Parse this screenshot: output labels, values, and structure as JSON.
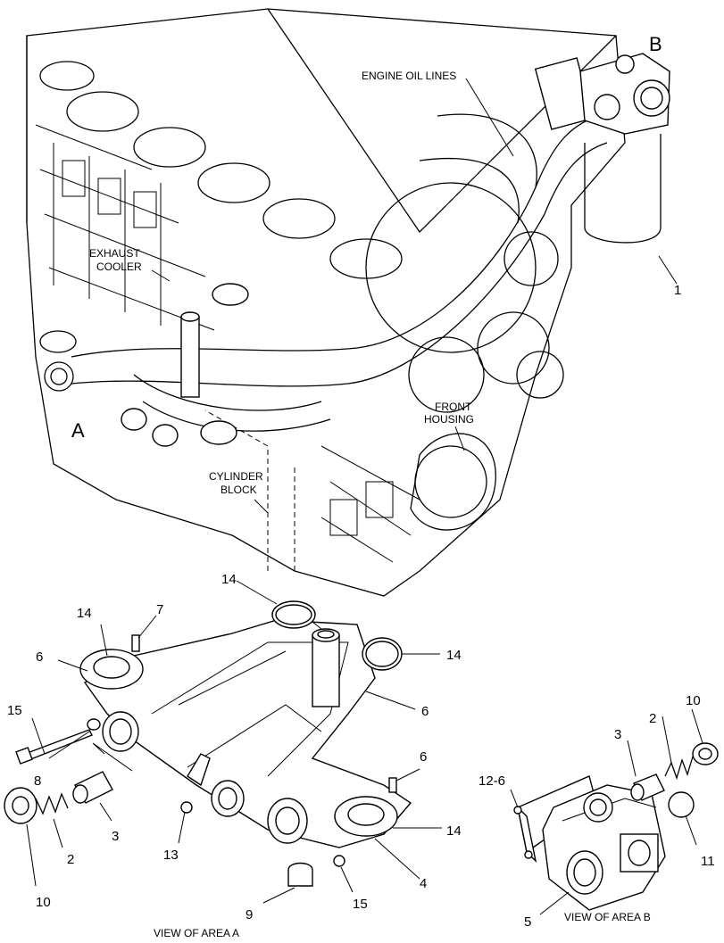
{
  "labels": {
    "engine_oil_lines": "ENGINE OIL LINES",
    "exhaust_cooler_1": "EXHAUST",
    "exhaust_cooler_2": "COOLER",
    "front_housing_1": "FRONT",
    "front_housing_2": "HOUSING",
    "cylinder_block_1": "CYLINDER",
    "cylinder_block_2": "BLOCK",
    "area_a": "A",
    "area_b": "B",
    "view_area_a": "VIEW OF AREA  A",
    "view_area_b": "VIEW OF AREA  B"
  },
  "callouts": {
    "c1": "1",
    "c2_left": "2",
    "c3_left": "3",
    "c4": "4",
    "c5": "5",
    "c6_top_left": "6",
    "c6_right": "6",
    "c6_bottom": "6",
    "c7": "7",
    "c8": "8",
    "c9": "9",
    "c10_left": "10",
    "c10_right": "10",
    "c11": "11",
    "c12_6": "12-6",
    "c13": "13",
    "c14_top": "14",
    "c14_right": "14",
    "c14_left": "14",
    "c14_bottom": "14",
    "c15_left": "15",
    "c15_bottom": "15",
    "c2_right": "2",
    "c3_right": "3"
  }
}
